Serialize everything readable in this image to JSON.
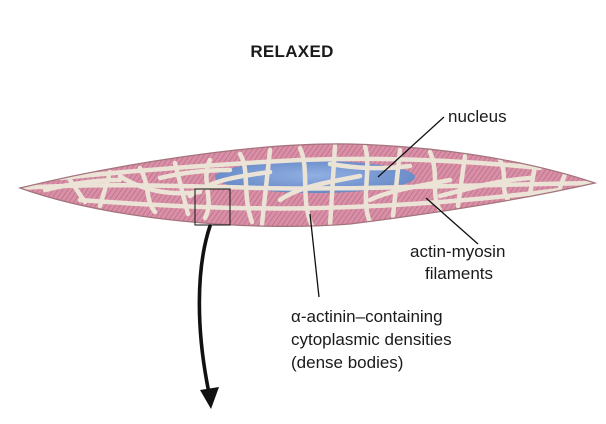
{
  "title": "RELAXED",
  "labels": {
    "nucleus": "nucleus",
    "filaments_line1": "actin-myosin",
    "filaments_line2": "filaments",
    "densities_line1": "α-actinin–containing",
    "densities_line2": "cytoplasmic densities",
    "densities_line3": "(dense bodies)"
  },
  "colors": {
    "cytoplasm": "#d98fa6",
    "striation": "#b46a84",
    "network": "#ebe3d6",
    "nucleus": "#6f97d3",
    "outline": "#a4747c",
    "leader": "#111111"
  }
}
